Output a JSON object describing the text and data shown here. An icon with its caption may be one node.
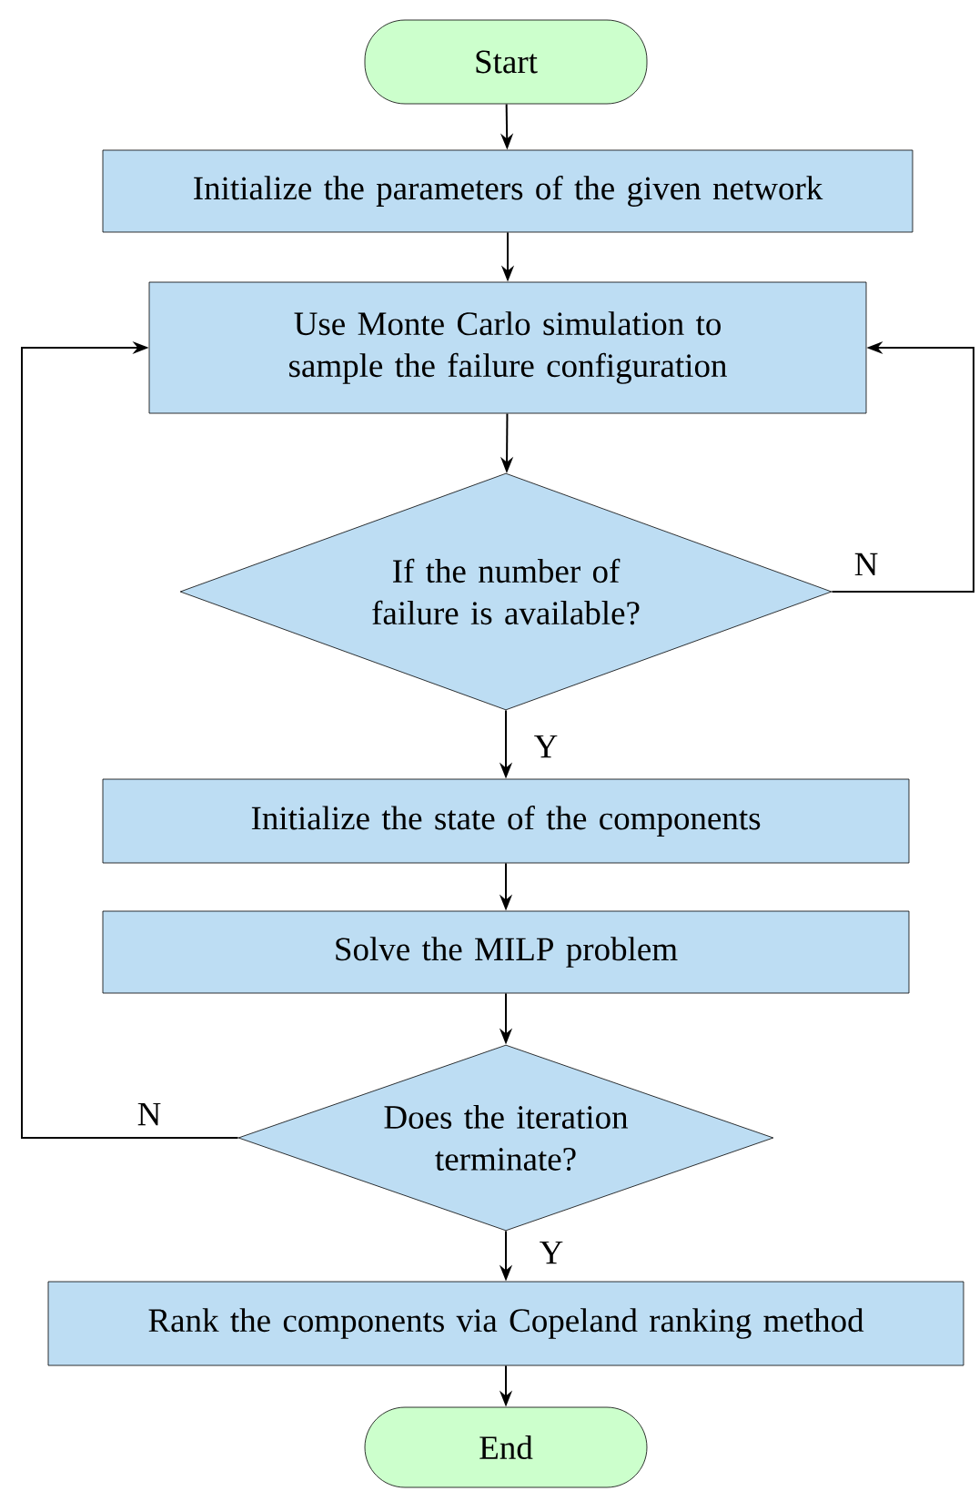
{
  "diagram": {
    "nodes": [
      {
        "text": [
          "Start"
        ]
      },
      {
        "text": [
          "Initialize the parameters of the given network"
        ]
      },
      {
        "text": [
          "Use Monte Carlo simulation to sample the failure configuration"
        ]
      },
      {
        "text": [
          "If the number of failure is available?"
        ]
      },
      {
        "text": [
          "Initialize the state of the components"
        ]
      },
      {
        "text": [
          "Solve the MILP problem"
        ]
      },
      {
        "text": [
          "Does the iteration terminate?"
        ]
      },
      {
        "text": [
          "Rank the components via Copeland ranking method"
        ]
      },
      {
        "text": [
          "End"
        ]
      }
    ],
    "edges": [
      {
        "from": 0,
        "to": 1,
        "arrow": "to"
      },
      {
        "from": 1,
        "to": 2,
        "arrow": "to"
      },
      {
        "from": 2,
        "to": 3,
        "arrow": "to"
      },
      {
        "from": 3,
        "to": 4,
        "arrow": "to",
        "label": "Y"
      },
      {
        "from": 4,
        "to": 5,
        "arrow": "to"
      },
      {
        "from": 5,
        "to": 6,
        "arrow": "to"
      },
      {
        "from": 6,
        "to": 7,
        "arrow": "to",
        "label": "Y"
      },
      {
        "from": 7,
        "to": 8,
        "arrow": "to"
      },
      {
        "from": 3,
        "to": 2,
        "arrow": "to",
        "label": "N"
      },
      {
        "from": 6,
        "to": 2,
        "arrow": "to",
        "label": "N"
      }
    ]
  }
}
